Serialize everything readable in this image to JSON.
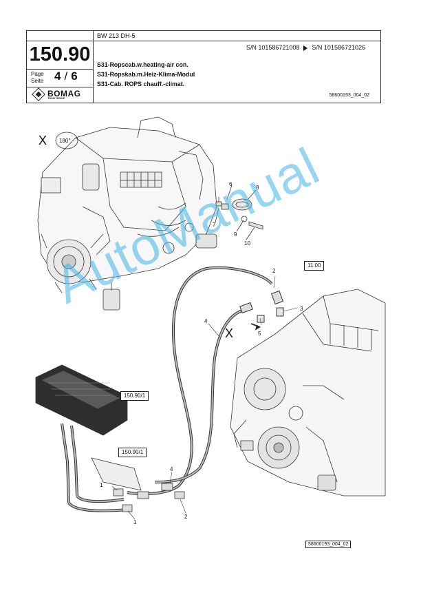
{
  "header": {
    "page_number": "150.90",
    "page_label": "Page\nSeite",
    "page_current": "4",
    "page_separator": "/",
    "page_total": "6",
    "logo_brand": "BOMAG",
    "logo_sub": "FAYAT GROUP",
    "model": "BW 213 DH-5",
    "sn_from": "S/N 101586721008",
    "sn_to": "S/N 101586721026",
    "desc_en": "S31-Ropscab.w.heating-air con.",
    "desc_de": "S31-Ropskab.m.Heiz-Klima-Modul",
    "desc_fr": "S31-Cab. ROPS chauff.-climat.",
    "doc_code": "58600193_004_02"
  },
  "drawing": {
    "view_marker": "X",
    "rotation_label": "180°",
    "ref_heater": "150.90/1",
    "ref_bracket": "150.90/1",
    "ref_engine": "11.00",
    "callouts": [
      "1",
      "1",
      "2",
      "2",
      "3",
      "4",
      "4",
      "5",
      "6",
      "7",
      "8",
      "9",
      "10"
    ]
  },
  "footer": {
    "drawing_code": "58600193_004_02"
  },
  "watermark": "AutoManual"
}
